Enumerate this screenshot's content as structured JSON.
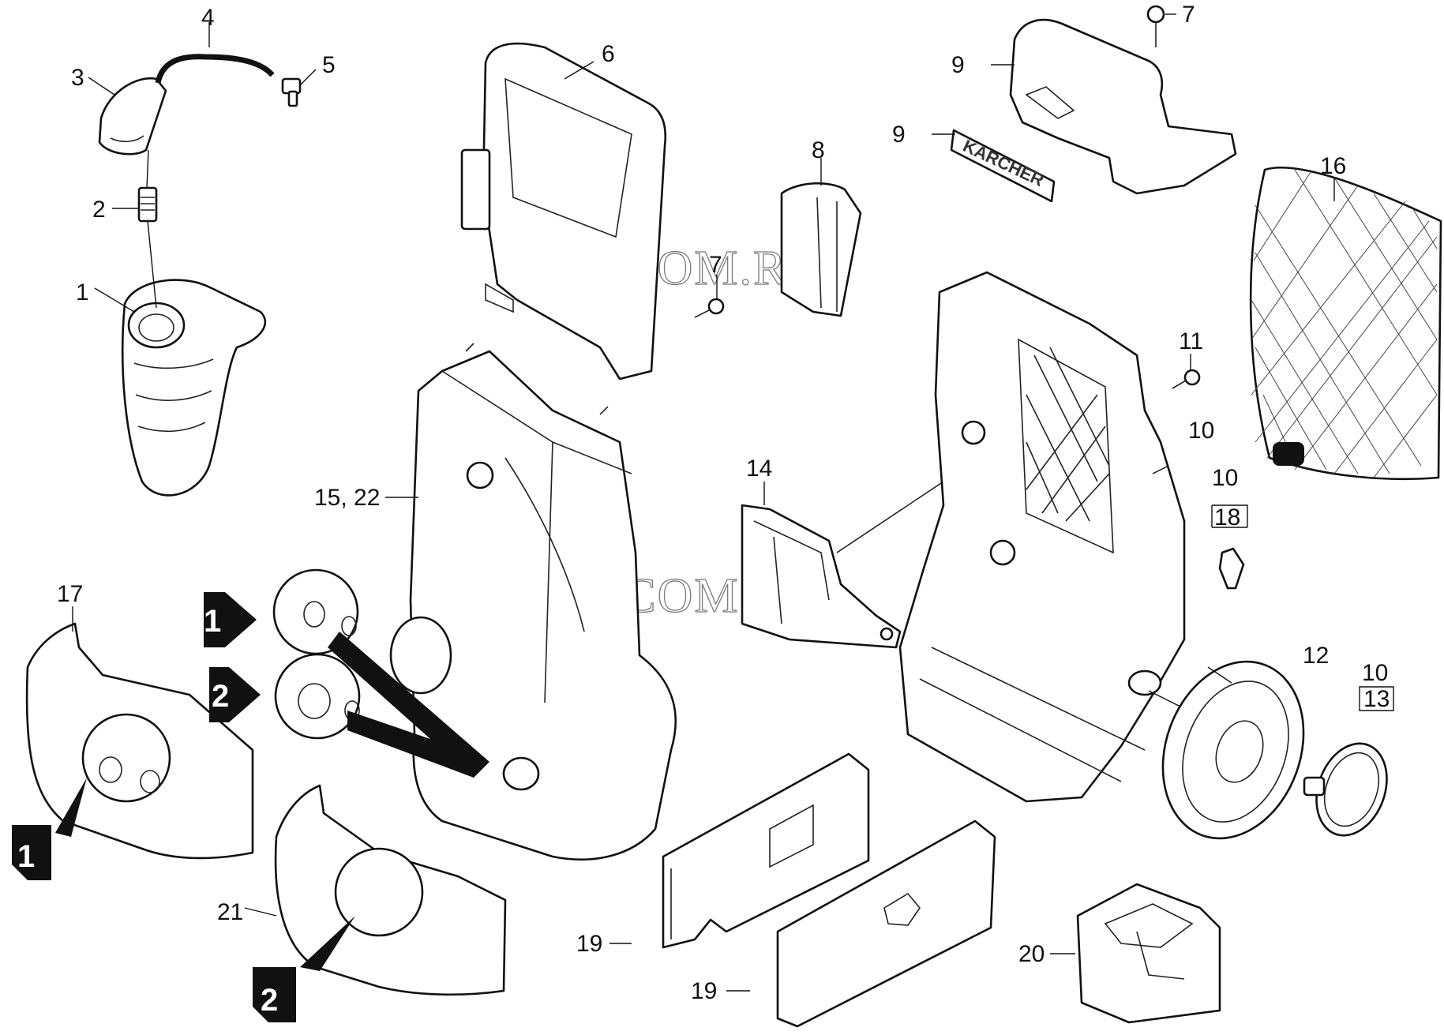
{
  "diagram": {
    "watermark": "BRIZCOM.RU",
    "brand_logo": "KARCHER",
    "callouts": {
      "c1": "1",
      "c2": "2",
      "c3": "3",
      "c4": "4",
      "c5": "5",
      "c6": "6",
      "c7a": "7",
      "c7b": "7",
      "c8": "8",
      "c9a": "9",
      "c9b": "9",
      "c10a": "10",
      "c10b": "10",
      "c10c": "10",
      "c11": "11",
      "c12": "12",
      "c13": "13",
      "c14": "14",
      "c15": "15, 22",
      "c16": "16",
      "c17": "17",
      "c18": "18",
      "c19a": "19",
      "c19b": "19",
      "c20": "20",
      "c21": "21"
    },
    "variant_badges": {
      "b1a": "1",
      "b2a": "2",
      "b1b": "1",
      "b2b": "2"
    }
  }
}
